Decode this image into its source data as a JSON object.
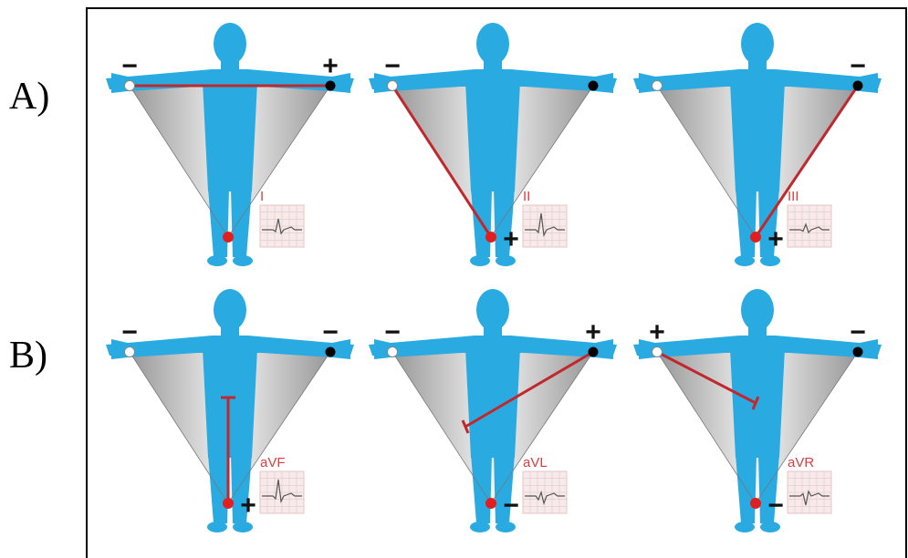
{
  "row_labels": {
    "a": "A)",
    "b": "B)"
  },
  "colors": {
    "body": "#29abe2",
    "lead_line": "#c0282d",
    "triangle": "#9a9a9a",
    "ecg_bg": "#f6eaea",
    "ecg_grid": "#e8c4c4",
    "ecg_trace": "#555555"
  },
  "panels": [
    {
      "id": "I",
      "lead": "I",
      "left_sign": "−",
      "right_sign": "+",
      "bottom_sign": "",
      "vector": "la-ra"
    },
    {
      "id": "II",
      "lead": "II",
      "left_sign": "−",
      "right_sign": "",
      "bottom_sign": "+",
      "vector": "ra-foot"
    },
    {
      "id": "III",
      "lead": "III",
      "left_sign": "",
      "right_sign": "−",
      "bottom_sign": "+",
      "vector": "la-foot"
    },
    {
      "id": "aVF",
      "lead": "aVF",
      "left_sign": "−",
      "right_sign": "−",
      "bottom_sign": "+",
      "vector": "avf"
    },
    {
      "id": "aVL",
      "lead": "aVL",
      "left_sign": "−",
      "right_sign": "+",
      "bottom_sign": "−",
      "vector": "avl"
    },
    {
      "id": "aVR",
      "lead": "aVR",
      "left_sign": "+",
      "right_sign": "−",
      "bottom_sign": "−",
      "vector": "avr"
    }
  ]
}
